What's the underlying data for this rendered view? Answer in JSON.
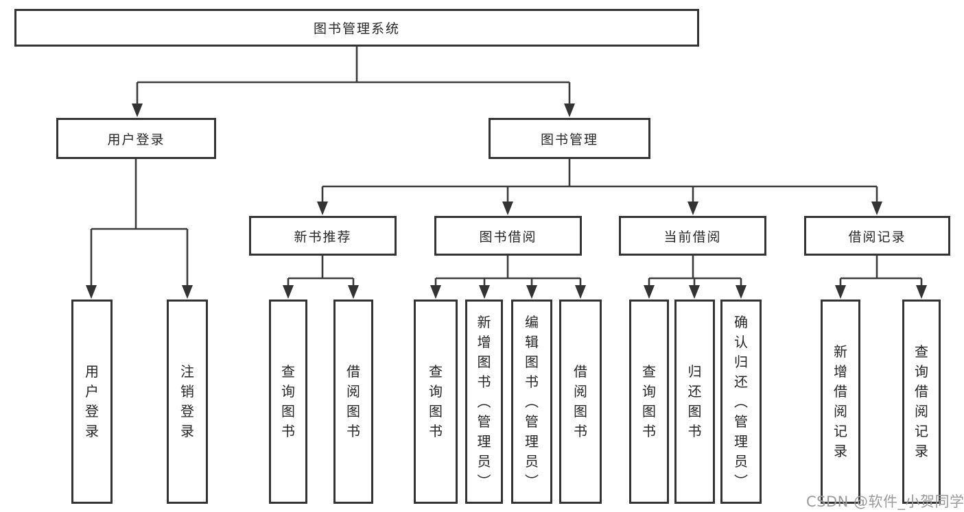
{
  "diagram": {
    "root": {
      "label": "图书管理系统"
    },
    "branches": {
      "userLogin": {
        "label": "用户登录"
      },
      "bookMgmt": {
        "label": "图书管理"
      }
    },
    "modules": {
      "newBookRec": {
        "label": "新书推荐"
      },
      "bookBorrow": {
        "label": "图书借阅"
      },
      "currentBorrow": {
        "label": "当前借阅"
      },
      "borrowRecords": {
        "label": "借阅记录"
      }
    },
    "leaves": {
      "userLoginLeaf": {
        "label": "用户登录"
      },
      "logoutLeaf": {
        "label": "注销登录"
      },
      "queryBooksRec": {
        "label": "查询图书"
      },
      "borrowBooksRec": {
        "label": "借阅图书"
      },
      "queryBooksBorrow": {
        "label": "查询图书"
      },
      "addBooks": {
        "label": "新增图书（管理员）"
      },
      "editBooks": {
        "label": "编辑图书（管理员）"
      },
      "borrowBooksBorrow": {
        "label": "借阅图书"
      },
      "queryBooksCurrent": {
        "label": "查询图书"
      },
      "returnBooks": {
        "label": "归还图书"
      },
      "confirmReturn": {
        "label": "确认归还（管理员）"
      },
      "addBorrowRecord": {
        "label": "新增借阅记录"
      },
      "queryBorrowRecord": {
        "label": "查询借阅记录"
      }
    }
  },
  "watermark": {
    "text": "CSDN @软件_小贺同学"
  },
  "colors": {
    "line": "#3b3b3b",
    "box_border": "#333333",
    "box_fill": "#ffffff",
    "text": "#262626",
    "watermark": "#9b9b9b"
  }
}
